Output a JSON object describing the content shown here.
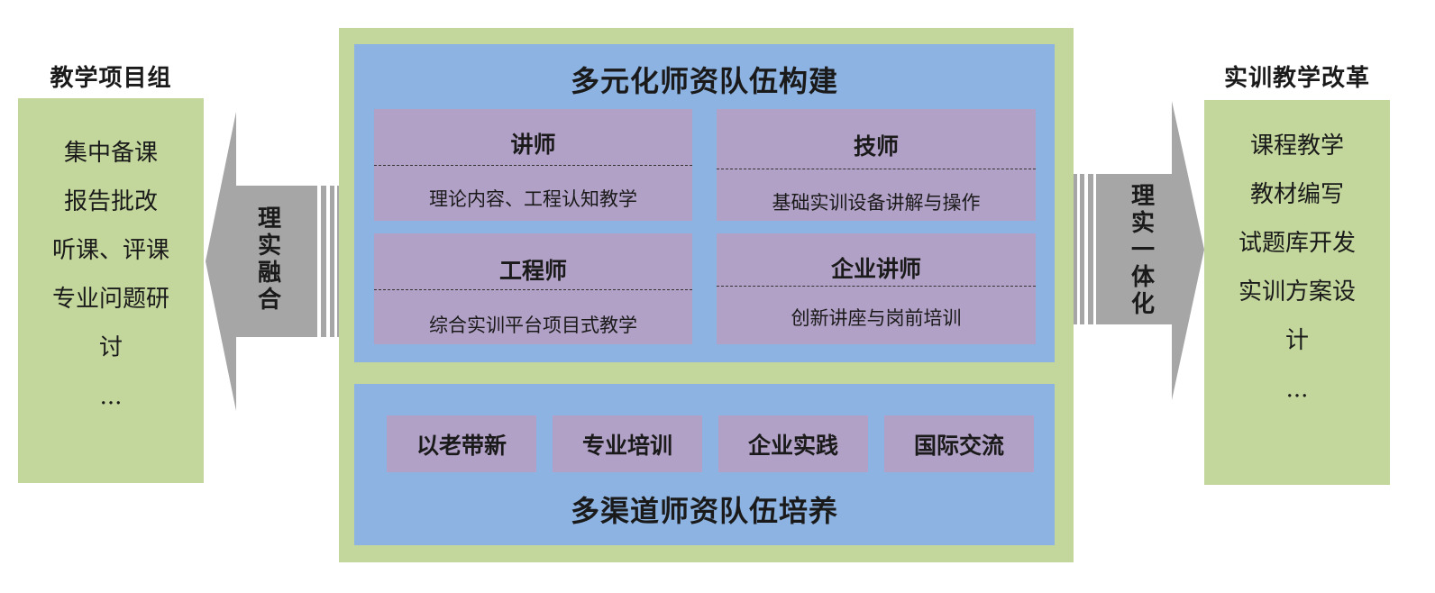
{
  "left_panel": {
    "title": "教学项目组",
    "items": [
      "集中备课",
      "报告批改",
      "听课、评课",
      "专业问题研",
      "讨",
      "..."
    ]
  },
  "right_panel": {
    "title": "实训教学改革",
    "items": [
      "课程教学",
      "教材编写",
      "试题库开发",
      "实训方案设",
      "计",
      "..."
    ]
  },
  "left_arrow": {
    "chars": [
      "理",
      "实",
      "融",
      "合"
    ]
  },
  "right_arrow": {
    "chars": [
      "理",
      "实",
      "一",
      "体",
      "化"
    ]
  },
  "top_section": {
    "title": "多元化师资队伍构建",
    "roles": [
      {
        "title": "讲师",
        "desc": "理论内容、工程认知教学"
      },
      {
        "title": "技师",
        "desc": "基础实训设备讲解与操作"
      },
      {
        "title": "工程师",
        "desc": "综合实训平台项目式教学"
      },
      {
        "title": "企业讲师",
        "desc": "创新讲座与岗前培训"
      }
    ]
  },
  "bottom_section": {
    "title": "多渠道师资队伍培养",
    "items": [
      "以老带新",
      "专业培训",
      "企业实践",
      "国际交流"
    ]
  },
  "colors": {
    "green": "#c3d69b",
    "blue": "#8db3e2",
    "purple": "#b2a1c7",
    "arrow_gray": "#a6a6a6"
  }
}
